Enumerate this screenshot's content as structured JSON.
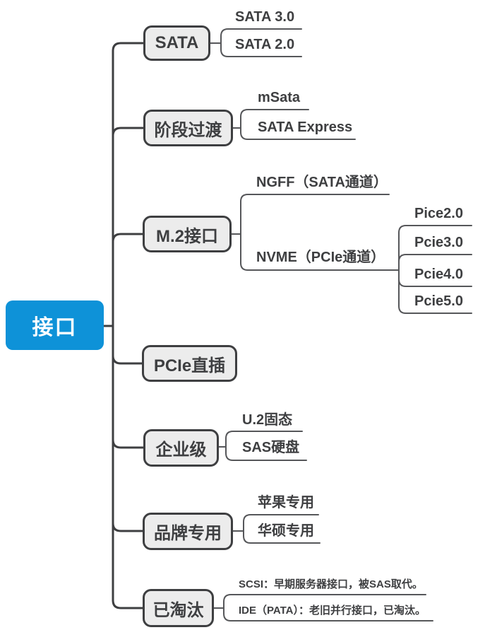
{
  "title": "接口思维导图",
  "colors": {
    "root_bg": "#0e92d8",
    "root_text": "#ffffff",
    "box_bg": "#ececec",
    "box_border": "#3e3f41",
    "trunk": "#3e3f41",
    "line": "#56575a",
    "text": "#3e3f41"
  },
  "root": {
    "label": "接口"
  },
  "branches": [
    {
      "label": "SATA",
      "children": [
        {
          "label": "SATA 3.0"
        },
        {
          "label": "SATA 2.0"
        }
      ]
    },
    {
      "label": "阶段过渡",
      "children": [
        {
          "label": "mSata"
        },
        {
          "label": "SATA Express"
        }
      ]
    },
    {
      "label": "M.2接口",
      "children": [
        {
          "label": "NGFF（SATA通道）"
        },
        {
          "label": "NVME（PCIe通道）",
          "children": [
            {
              "label": "Pice2.0"
            },
            {
              "label": "Pcie3.0"
            },
            {
              "label": "Pcie4.0"
            },
            {
              "label": "Pcie5.0"
            }
          ]
        }
      ]
    },
    {
      "label": "PCIe直插",
      "children": []
    },
    {
      "label": "企业级",
      "children": [
        {
          "label": "U.2固态"
        },
        {
          "label": "SAS硬盘"
        }
      ]
    },
    {
      "label": "品牌专用",
      "children": [
        {
          "label": "苹果专用"
        },
        {
          "label": "华硕专用"
        }
      ]
    },
    {
      "label": "已淘汰",
      "children": [
        {
          "label": "SCSI：早期服务器接口，被SAS取代。"
        },
        {
          "label": "IDE（PATA）：老旧并行接口，已淘汰。"
        }
      ]
    }
  ]
}
